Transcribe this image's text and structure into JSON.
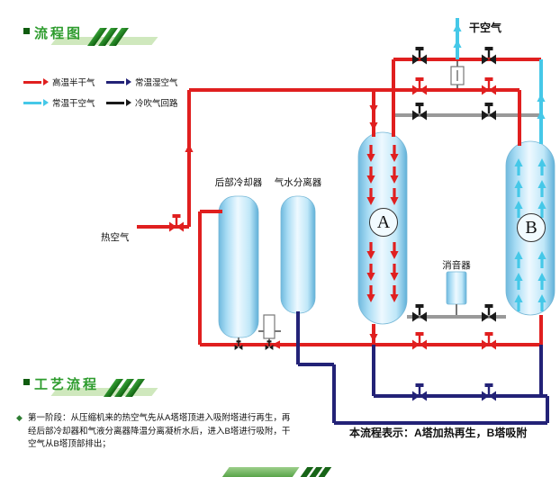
{
  "header": {
    "title": "流程图"
  },
  "legend": {
    "items": [
      {
        "label": "高温半干气",
        "color": "#e01f1f"
      },
      {
        "label": "常温湿空气",
        "color": "#232277"
      },
      {
        "label": "常温干空气",
        "color": "#45c8e8"
      },
      {
        "label": "冷吹气回路",
        "color": "#1a1a1a"
      }
    ]
  },
  "labels": {
    "dry_air": "干空气",
    "hot_air": "热空气",
    "rear_cooler": "后部冷却器",
    "separator": "气水分离器",
    "muffler": "消音器",
    "tower_a": "A",
    "tower_b": "B"
  },
  "process": {
    "title": "工艺流程",
    "bullet": "◆",
    "stage1": "第一阶段：从压缩机来的热空气先从A塔塔顶进入吸附塔进行再生，再经后部冷却器和气液分离器降温分离凝析水后，进入B塔进行吸附，干空气从B塔顶部排出；",
    "note": "本流程表示：A塔加热再生，B塔吸附"
  },
  "colors": {
    "pipe_hot": "#e01f1f",
    "pipe_dry": "#45c8e8",
    "pipe_wet": "#232277",
    "pipe_purge": "#999999",
    "valve_dark": "#1a1a1a",
    "accent_green": "#2e9c2e",
    "accent_green_dark": "#0f5c0f",
    "vessel_blue": "#a8dcf4"
  }
}
